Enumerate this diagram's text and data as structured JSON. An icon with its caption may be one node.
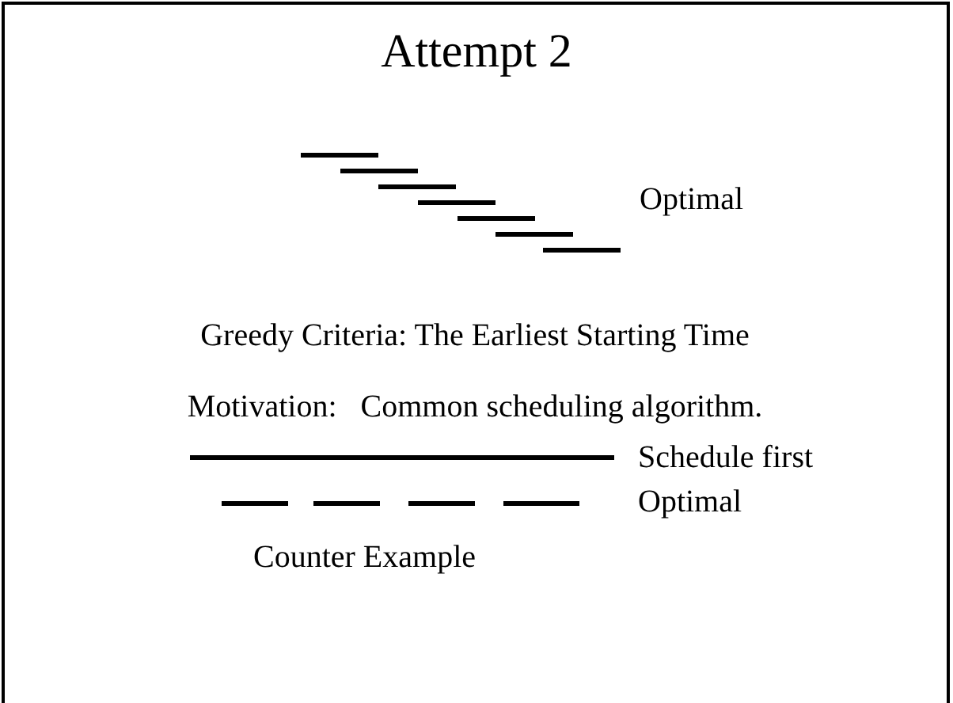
{
  "diagram": {
    "title": "Attempt 2",
    "labels": [
      "Optimal",
      "Greedy Criteria: The Earliest Starting Time",
      "Motivation:   Common scheduling algorithm.",
      "Schedule first",
      "Optimal",
      "Counter Example"
    ]
  }
}
